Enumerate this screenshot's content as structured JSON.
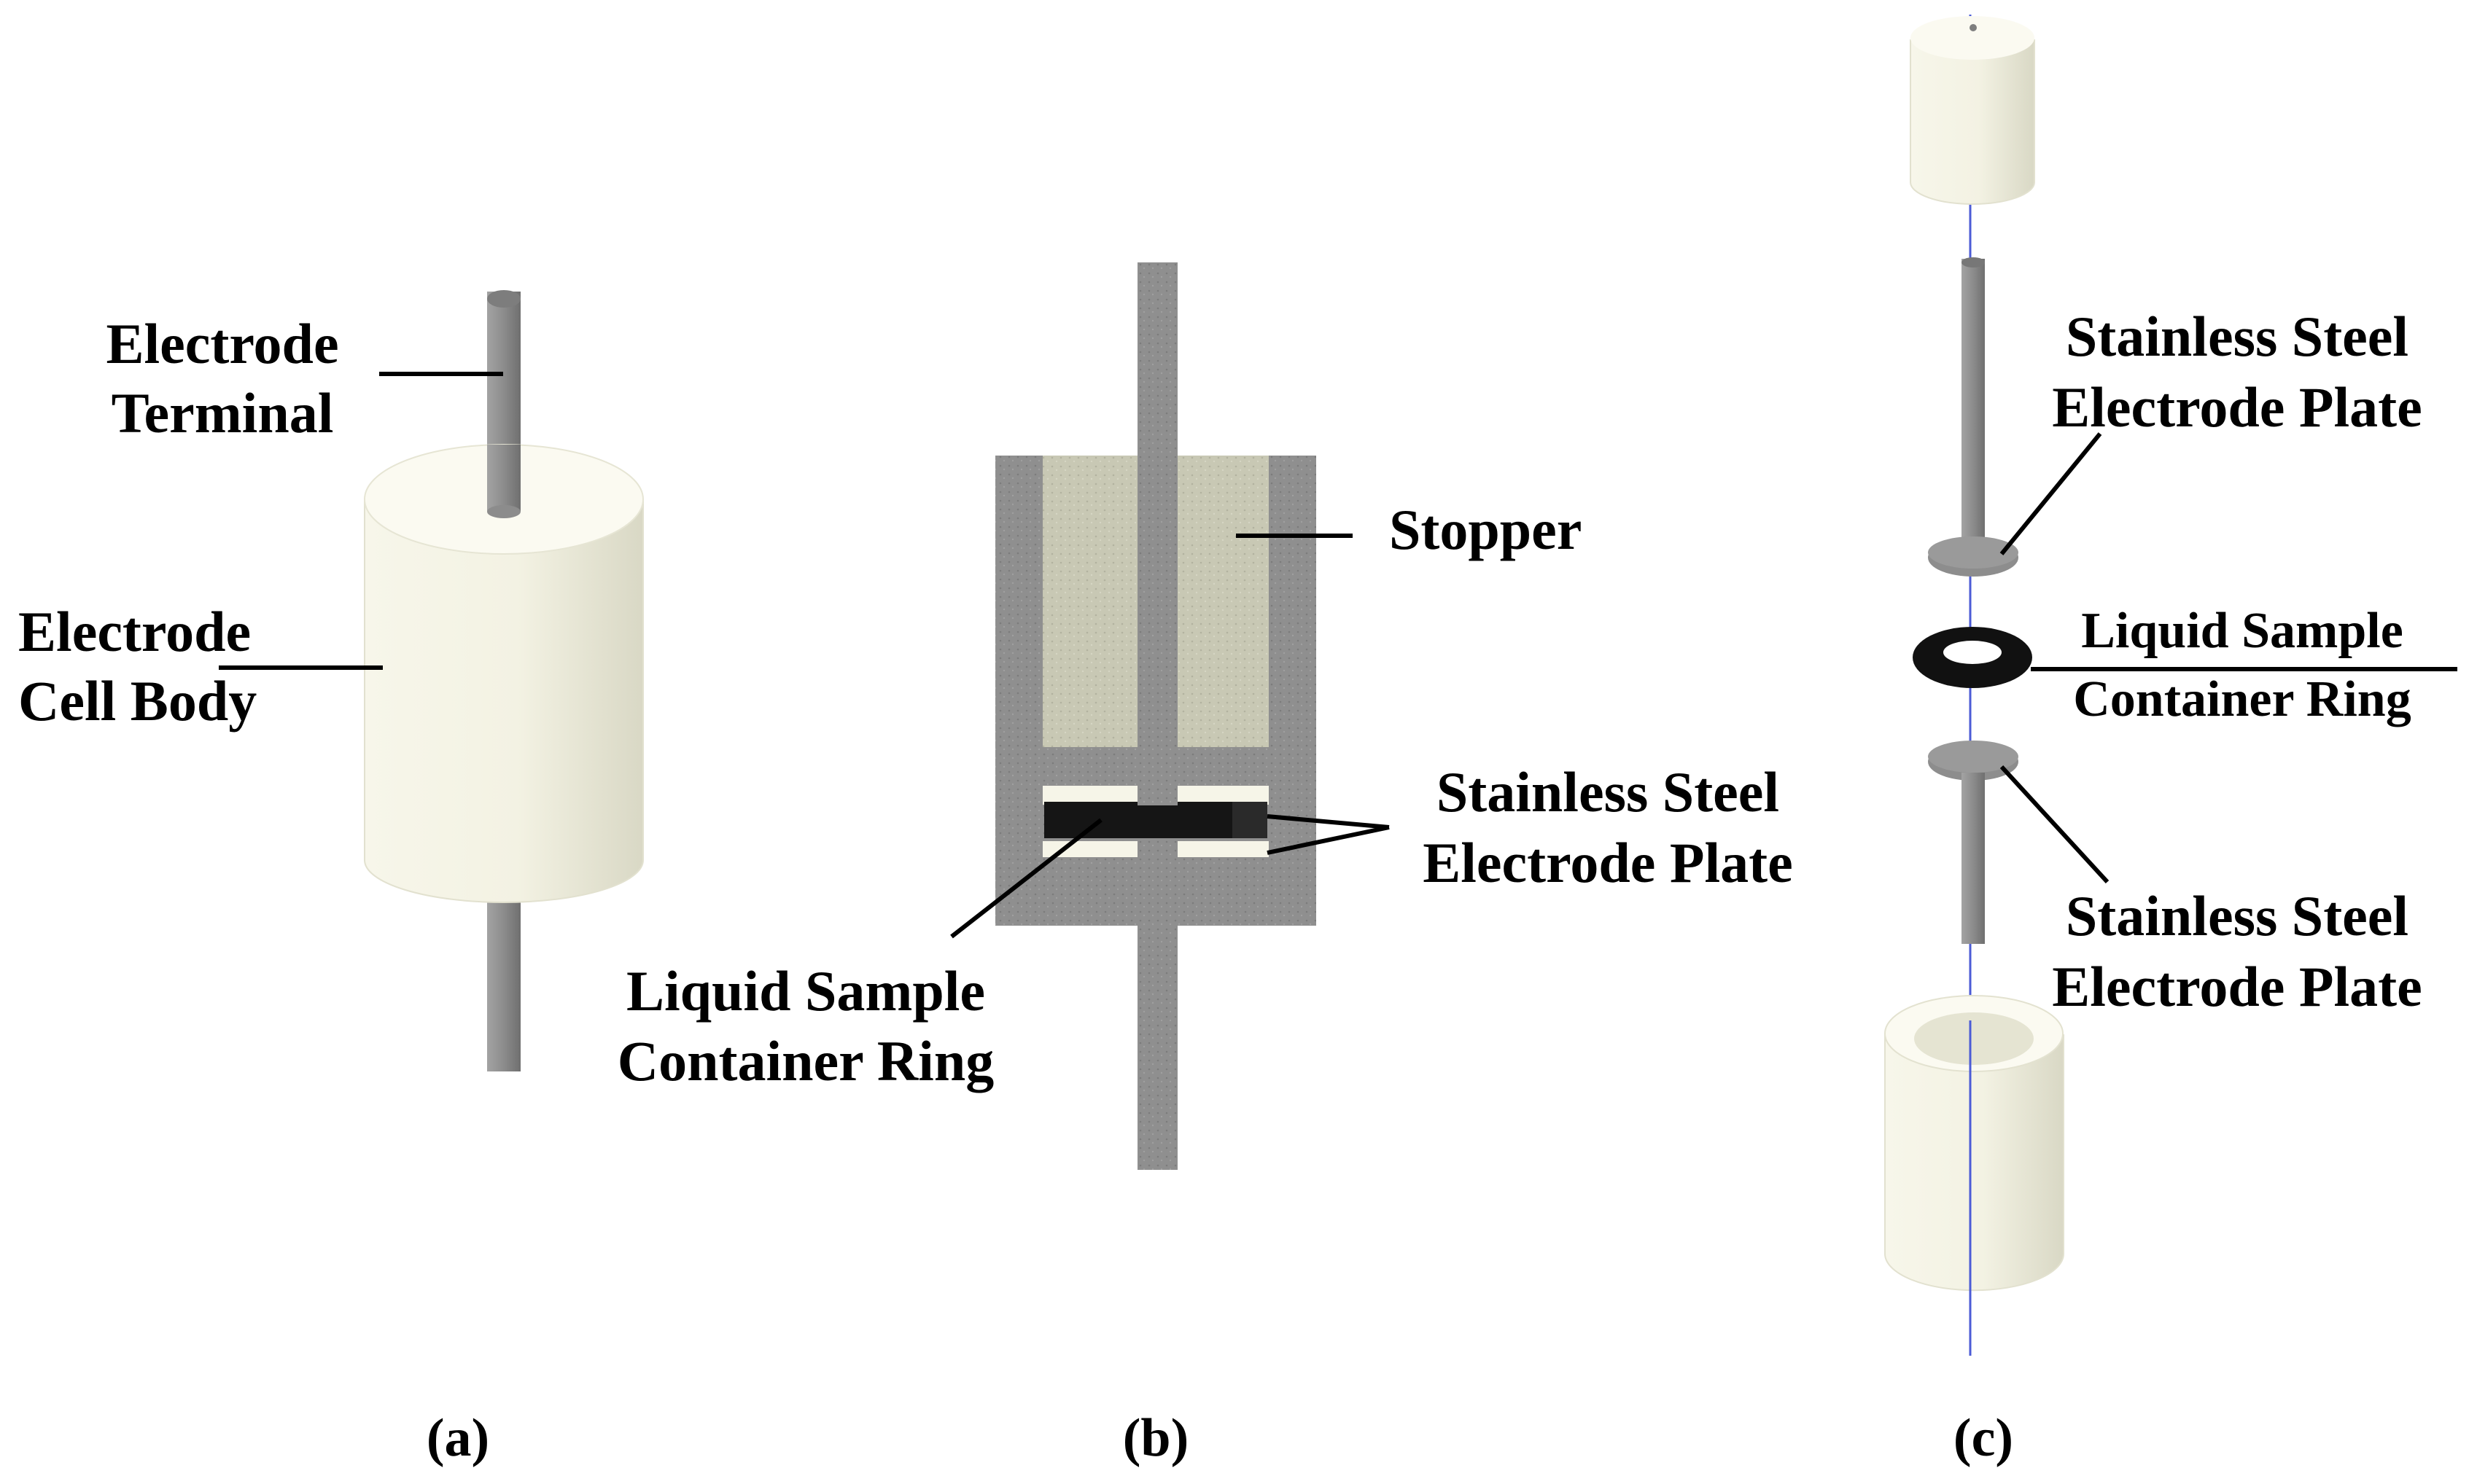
{
  "panels": {
    "a": {
      "caption": "(a)",
      "labels": {
        "terminal_line1": "Electrode",
        "terminal_line2": "Terminal",
        "body_line1": "Electrode",
        "body_line2": "Cell Body"
      }
    },
    "b": {
      "caption": "(b)",
      "labels": {
        "stopper": "Stopper",
        "plate_line1": "Stainless Steel",
        "plate_line2": "Electrode Plate",
        "ring_line1": "Liquid Sample",
        "ring_line2": "Container Ring"
      }
    },
    "c": {
      "caption": "(c)",
      "labels": {
        "top_plate_line1": "Stainless Steel",
        "top_plate_line2": "Electrode Plate",
        "ring_line1": "Liquid Sample",
        "ring_line2": "Container Ring",
        "bottom_plate_line1": "Stainless Steel",
        "bottom_plate_line2": "Electrode Plate"
      }
    }
  },
  "colors": {
    "cell_body": "#f3f2e4",
    "cell_body_shade": "#dcdbc8",
    "electrode_rod": "#8e8e8e",
    "stopper": "#c9c9b6",
    "shell": "#8f8f8f",
    "ring": "#111111",
    "axis_line": "#4b5bd6"
  }
}
